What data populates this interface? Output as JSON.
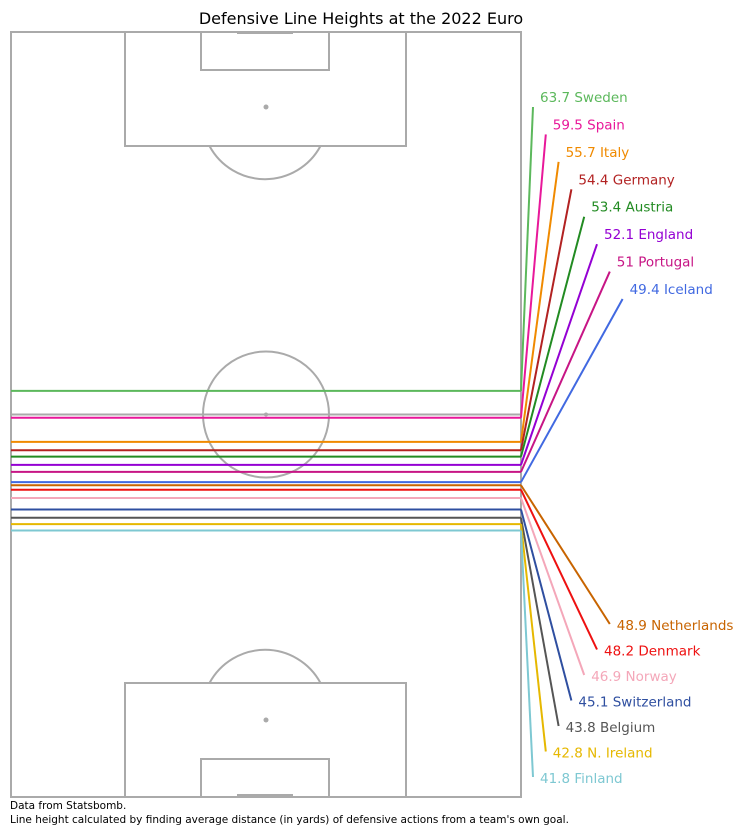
{
  "chart_data": {
    "type": "line",
    "title": "Defensive Line Heights at the 2022 Euro",
    "value_units": "yards",
    "pitch_length": 120,
    "teams": [
      {
        "name": "Sweden",
        "label": "63.7 Sweden",
        "value": 63.7,
        "color": "#5cb85c"
      },
      {
        "name": "Spain",
        "label": "59.5 Spain",
        "value": 59.5,
        "color": "#e8189a"
      },
      {
        "name": "Italy",
        "label": "55.7 Italy",
        "value": 55.7,
        "color": "#f08a00"
      },
      {
        "name": "Germany",
        "label": "54.4 Germany",
        "value": 54.4,
        "color": "#b22222"
      },
      {
        "name": "Austria",
        "label": "53.4 Austria",
        "value": 53.4,
        "color": "#228b22"
      },
      {
        "name": "England",
        "label": "52.1 England",
        "value": 52.1,
        "color": "#9400d3"
      },
      {
        "name": "Portugal",
        "label": "51 Portugal",
        "value": 51.0,
        "color": "#c71585"
      },
      {
        "name": "Iceland",
        "label": "49.4 Iceland",
        "value": 49.4,
        "color": "#4169e1"
      },
      {
        "name": "Netherlands",
        "label": "48.9 Netherlands",
        "value": 48.9,
        "color": "#c86400"
      },
      {
        "name": "Denmark",
        "label": "48.2 Denmark",
        "value": 48.2,
        "color": "#ee1111"
      },
      {
        "name": "Norway",
        "label": "46.9 Norway",
        "value": 46.9,
        "color": "#f4a7b9"
      },
      {
        "name": "Switzerland",
        "label": "45.1 Switzerland",
        "value": 45.1,
        "color": "#2f4fa0"
      },
      {
        "name": "Belgium",
        "label": "43.8 Belgium",
        "value": 43.8,
        "color": "#555555"
      },
      {
        "name": "N. Ireland",
        "label": "42.8 N. Ireland",
        "value": 42.8,
        "color": "#e6b800"
      },
      {
        "name": "Finland",
        "label": "41.8 Finland",
        "value": 41.8,
        "color": "#7ec8d2"
      }
    ]
  },
  "notes": {
    "source": "Data from Statsbomb.",
    "method": "Line height calculated by finding average distance (in yards) of defensive actions from a team's own goal."
  }
}
